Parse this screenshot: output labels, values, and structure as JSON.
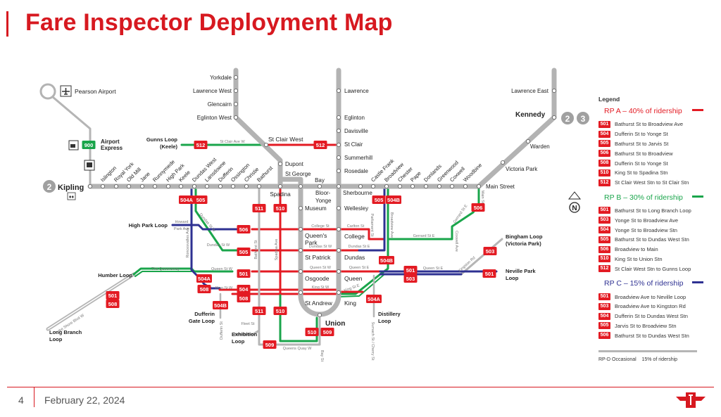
{
  "title": "Fare Inspector Deployment Map",
  "colors": {
    "accent": "#d71920",
    "rp_a": "#e31b23",
    "rp_b": "#1aa54b",
    "rp_c": "#2e3192",
    "rp_d": "#b5b5b5",
    "subway": "#b3b3b3"
  },
  "map": {
    "line_numbers": [
      "2",
      "2",
      "3"
    ],
    "north_label": "N",
    "stations": [
      "Kipling",
      "Islington",
      "Royal York",
      "Old Mill",
      "Jane",
      "Runnymede",
      "High Park",
      "Keele",
      "Dundas West",
      "Lansdowne",
      "Dufferin",
      "Ossington",
      "Christie",
      "Bathurst",
      "Spadina",
      "St George",
      "Bay",
      "Bloor-",
      "Yonge",
      "Sherbourne",
      "Castle Frank",
      "Broadview",
      "Chester",
      "Pape",
      "Donlands",
      "Greenwood",
      "Coxwell",
      "Woodbine",
      "Main Street",
      "Victoria Park",
      "Warden",
      "Kennedy",
      "Lawrence East",
      "Yorkdale",
      "Lawrence West",
      "Glencairn",
      "Eglinton West",
      "St Clair West",
      "Dupont",
      "Lawrence",
      "Eglinton",
      "Davisville",
      "St Clair",
      "Summerhill",
      "Rosedale",
      "Museum",
      "Wellesley",
      "Queen's",
      "Park",
      "College",
      "St Patrick",
      "Dundas",
      "Osgoode",
      "Queen",
      "St Andrew",
      "King",
      "Union"
    ],
    "places": [
      "Pearson Airport",
      "Airport",
      "Express",
      "Gunns Loop",
      "(Keele)",
      "High Park Loop",
      "Humber Loop",
      "Long Branch",
      "Loop",
      "Dufferin",
      "Gate Loop",
      "Exhibition",
      "Loop",
      "Distillery",
      "Loop",
      "Bingham Loop",
      "(Victoria Park)",
      "Neville Park",
      "Loop"
    ],
    "streets": [
      "St Clair Ave W",
      "Howard",
      "Park Ave",
      "Dundas St W",
      "College St",
      "Carlton St",
      "Dundas St W",
      "Dundas St E",
      "Queen St W",
      "Queen St E",
      "King St W",
      "King St E",
      "Queen St W",
      "The Queensway",
      "King St W",
      "Bathurst St",
      "Spadina Ave",
      "Roncesvalles Ave",
      "Dufferin St",
      "Fleet St",
      "Queens Quay W",
      "Bay St",
      "Lake Shore Blvd W",
      "Sumach St / Cherry St",
      "Parliament St",
      "Broadview Ave",
      "Gerrard St E",
      "Coxwell Ave",
      "Gerrard St E",
      "Main St",
      "Queen St E",
      "Kingston Rd",
      "Dundas St W"
    ],
    "badges": [
      "900",
      "512",
      "512",
      "504A",
      "505",
      "511",
      "510",
      "506",
      "505",
      "501",
      "504A",
      "508",
      "504",
      "508",
      "504B",
      "501",
      "508",
      "511",
      "510",
      "509",
      "510",
      "509",
      "505",
      "504B",
      "504B",
      "504A",
      "501",
      "503",
      "503",
      "501",
      "506"
    ]
  },
  "legend": {
    "title": "Legend",
    "groups": [
      {
        "title": "RP A – 40% of ridership",
        "color": "#e31b23",
        "items": [
          {
            "route": "501",
            "desc": "Bathurst St to Broadview Ave"
          },
          {
            "route": "504",
            "desc": "Dufferin St to Yonge St"
          },
          {
            "route": "505",
            "desc": "Bathurst St to Jarvis St"
          },
          {
            "route": "506",
            "desc": "Bathurst St to Broadview"
          },
          {
            "route": "508",
            "desc": "Dufferin St to Yonge St"
          },
          {
            "route": "510",
            "desc": "King St to Spadina Stn"
          },
          {
            "route": "512",
            "desc": "St Clair West Stn to St Clair Stn"
          }
        ]
      },
      {
        "title": "RP B – 30% of ridership",
        "color": "#1aa54b",
        "items": [
          {
            "route": "501",
            "desc": "Bathurst St to Long Branch Loop"
          },
          {
            "route": "503",
            "desc": "Yonge St to Broadview Ave"
          },
          {
            "route": "504",
            "desc": "Yonge St to Broadview Stn"
          },
          {
            "route": "505",
            "desc": "Bathurst St to Dundas West Stn"
          },
          {
            "route": "506",
            "desc": "Broadview to Main"
          },
          {
            "route": "510",
            "desc": "King St to Union Stn"
          },
          {
            "route": "512",
            "desc": "St Clair West Stn to Gunns Loop"
          }
        ]
      },
      {
        "title": "RP C – 15% of ridership",
        "color": "#2e3192",
        "items": [
          {
            "route": "501",
            "desc": "Broadview Ave to Neville Loop"
          },
          {
            "route": "503",
            "desc": "Broadview Ave to Kingston Rd"
          },
          {
            "route": "504",
            "desc": "Dufferin St to Dundas West Stn"
          },
          {
            "route": "505",
            "desc": "Jarvis St to Broadview Stn"
          },
          {
            "route": "506",
            "desc": "Bathurst St to Dundas West Stn"
          }
        ]
      }
    ],
    "rp_d": {
      "label": "RP-D Occasional",
      "pct": "15% of ridership"
    }
  },
  "footer": {
    "page": "4",
    "date": "February 22, 2024",
    "logo_text": "TTC"
  }
}
